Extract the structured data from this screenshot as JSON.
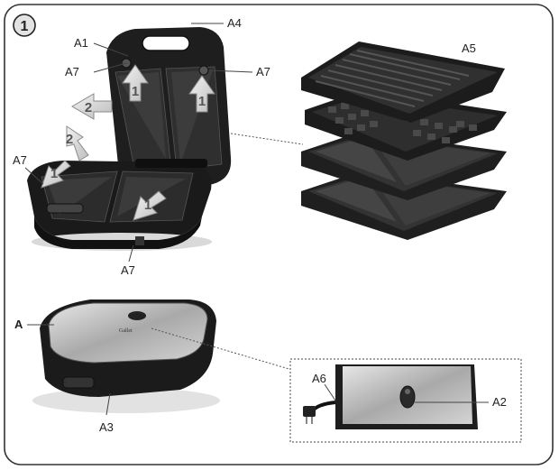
{
  "figure": {
    "step_number": "1",
    "labels": {
      "a1": "A1",
      "a4": "A4",
      "a5": "A5",
      "a7_left_upper": "A7",
      "a7_right_upper": "A7",
      "a7_left_mid": "A7",
      "a7_bottom": "A7",
      "a": "A",
      "a3": "A3",
      "a6": "A6",
      "a2": "A2"
    },
    "arrows": {
      "arrow_up_left": "1",
      "arrow_up_right": "1",
      "arrow_out_left": "2",
      "arrow_out_up_left": "2",
      "arrow_down_left": "1",
      "arrow_bottom_right": "1"
    },
    "brand_mark": "Gallet"
  },
  "colors": {
    "frame_border": "#333333",
    "device_dark": "#1c1c1c",
    "plate_dark": "#2b2b2b",
    "steel": "#b9b9b9",
    "arrow_fill": "#d9d9d9",
    "arrow_stroke": "#8a8a8a",
    "leader_line": "#444444"
  }
}
